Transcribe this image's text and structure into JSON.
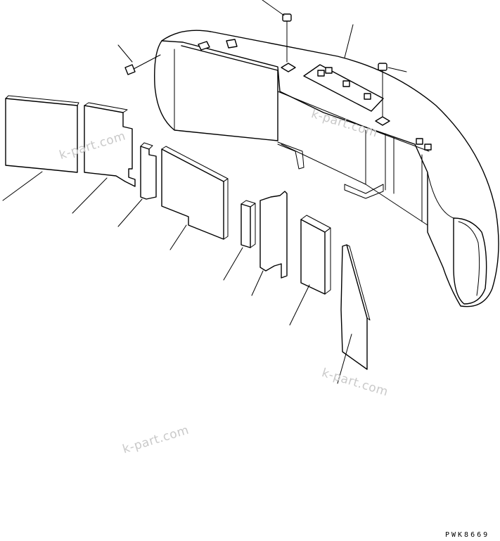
{
  "watermarks": [
    "k-part.com",
    "k-part.com",
    "k-part.com",
    "k-part.com"
  ],
  "drawing_code": "PWK8669",
  "icons": [
    "bolt-icon",
    "nut-icon",
    "washer-icon"
  ],
  "colors": {
    "line": "#000000",
    "watermark": "#c9c9c9",
    "background": "#ffffff"
  }
}
